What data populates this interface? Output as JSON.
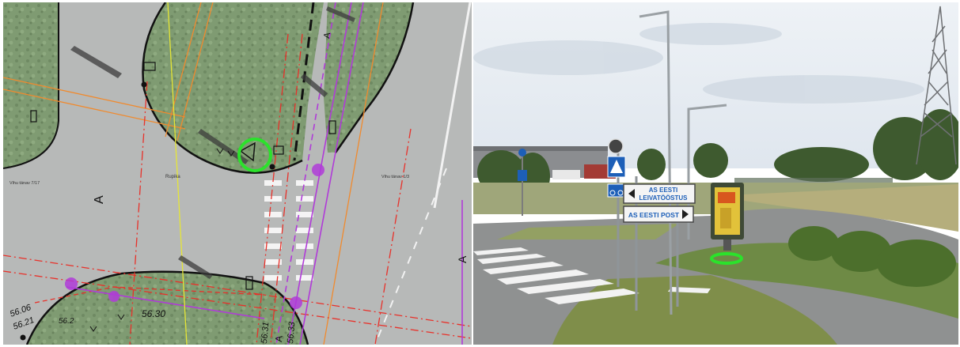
{
  "colors": {
    "marker_ring": "#2be22b",
    "utility_red": "#e8312a",
    "utility_orange": "#f08a2e",
    "utility_purple": "#b03bd8",
    "utility_yellow": "#e6e636",
    "sign_blue": "#1d5fb8"
  },
  "map": {
    "area_letter_1": "A",
    "area_letter_2": "A",
    "area_letter_3": "A",
    "area_letter_4": "A",
    "street_name_left": "Vihu tänav 7/17",
    "street_name_center": "Rupika",
    "street_name_right": "Vihu tänav 1/3",
    "elevation_1": "56.06",
    "elevation_2": "56.21",
    "elevation_3": "56.30",
    "elevation_4": "56.2",
    "elevation_5": "56.31",
    "elevation_6": "56.33",
    "marker_icon": "green-ring-marker"
  },
  "photo": {
    "direction_sign_1_line_1": "AS EESTI",
    "direction_sign_1_line_2": "LEIVATÖÖSTUS",
    "direction_sign_2": "AS EESTI POST",
    "marker_icon": "green-ellipse-marker"
  }
}
